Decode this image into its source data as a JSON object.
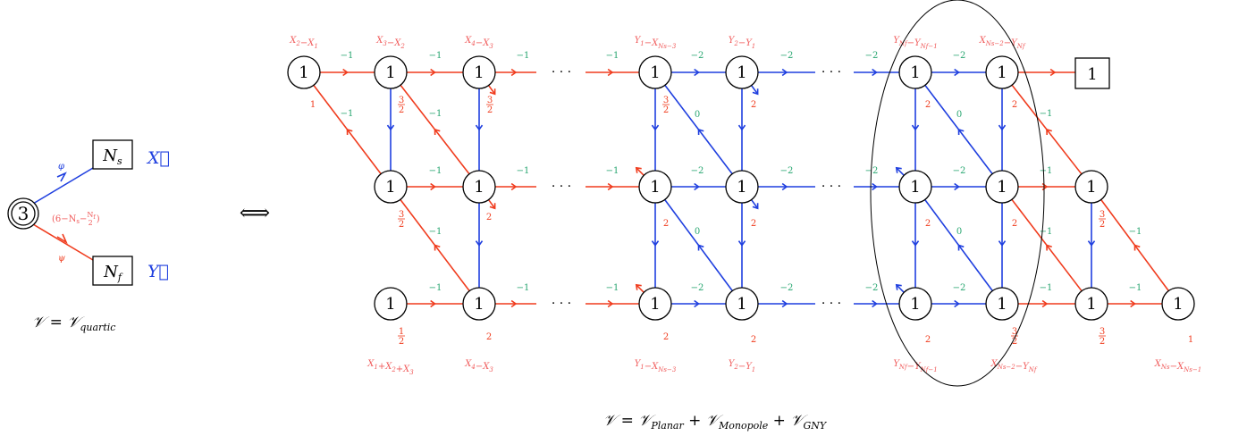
{
  "colors": {
    "red": "#f03c1e",
    "blue": "#1f3fdf",
    "green": "#2aa772",
    "black": "#000000",
    "label_red": "#f05a5a"
  },
  "left": {
    "center_node": "3",
    "flavor_box_s": "N_s",
    "flavor_box_f": "N_f",
    "vec_x": "X⃗",
    "vec_y": "Y⃗",
    "edge_phi": "φ",
    "edge_psi": "ψ",
    "charge_label": "(6−N_s−N_f/2)",
    "potential": "𝒱 = 𝒱_quartic"
  },
  "equiv_symbol": "⟺",
  "node_label": "1",
  "right_box_label": "1",
  "ellipsis": "· · ·",
  "right_potential": "𝒱 = 𝒱_Planar + 𝒱_Monopole + 𝒱_GNY",
  "edge_weights": {
    "minus_one": "−1",
    "minus_two": "−2",
    "zero": "0",
    "one": "1",
    "two": "2",
    "three_halves": "3/2",
    "one_half": "1/2"
  },
  "top_labels": [
    "X_2−X_1",
    "X_3−X_2",
    "X_4−X_3",
    "Y_1−X_{N_s−3}",
    "Y_2−Y_1",
    "Y_{N_f}−Y_{N_f−1}",
    "X_{N_s−2}−Y_{N_f}"
  ],
  "bottom_labels": [
    "X_1+X_2+X_3",
    "X_4−X_3",
    "Y_1−X_{N_s−3}",
    "Y_2−Y_1",
    "Y_{N_f}−Y_{N_f−1}",
    "X_{N_s−2}−Y_{N_f}",
    "X_{N_s}−X_{N_s−1}"
  ]
}
